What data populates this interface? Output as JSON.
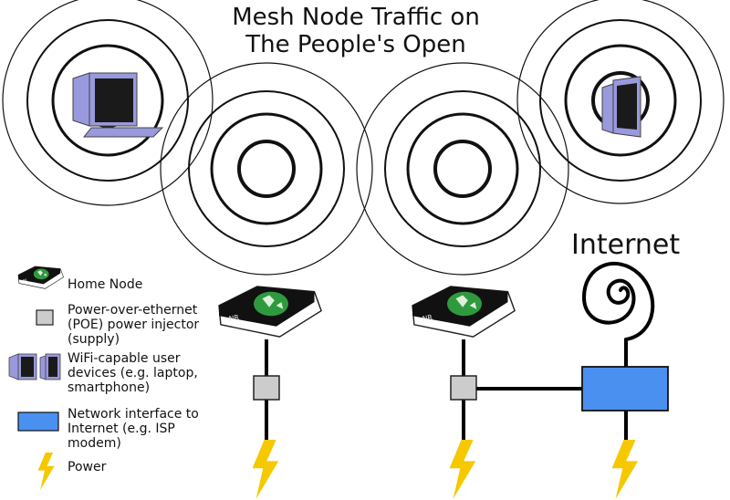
{
  "title": {
    "line1": "Mesh Node Traffic on",
    "line2": "The People's Open"
  },
  "internet_label": "Internet",
  "legend": [
    {
      "icon": "home-node-icon",
      "label": "Home Node"
    },
    {
      "icon": "poe-injector-icon",
      "label": "Power-over-ethernet (POE) power injector (supply)",
      "lines": [
        "Power-over-ethernet",
        "(POE) power injector",
        "(supply)"
      ]
    },
    {
      "icon": "user-devices-icon",
      "label": "WiFi-capable user devices (e.g. laptop, smartphone)",
      "lines": [
        "WiFi-capable user",
        "devices (e.g. laptop,",
        "smartphone)"
      ]
    },
    {
      "icon": "network-interface-icon",
      "label": "Network interface to Internet (e.g. ISP modem)",
      "lines": [
        "Network interface to",
        "Internet (e.g. ISP",
        "modem)"
      ]
    },
    {
      "icon": "power-icon",
      "label": "Power"
    }
  ],
  "colors": {
    "network_interface": "#4a90f0",
    "poe_injector": "#cccccc",
    "power_bolt": "#f5c800",
    "device_frame": "#9999dd",
    "router_globe": "#2e9a3e"
  }
}
